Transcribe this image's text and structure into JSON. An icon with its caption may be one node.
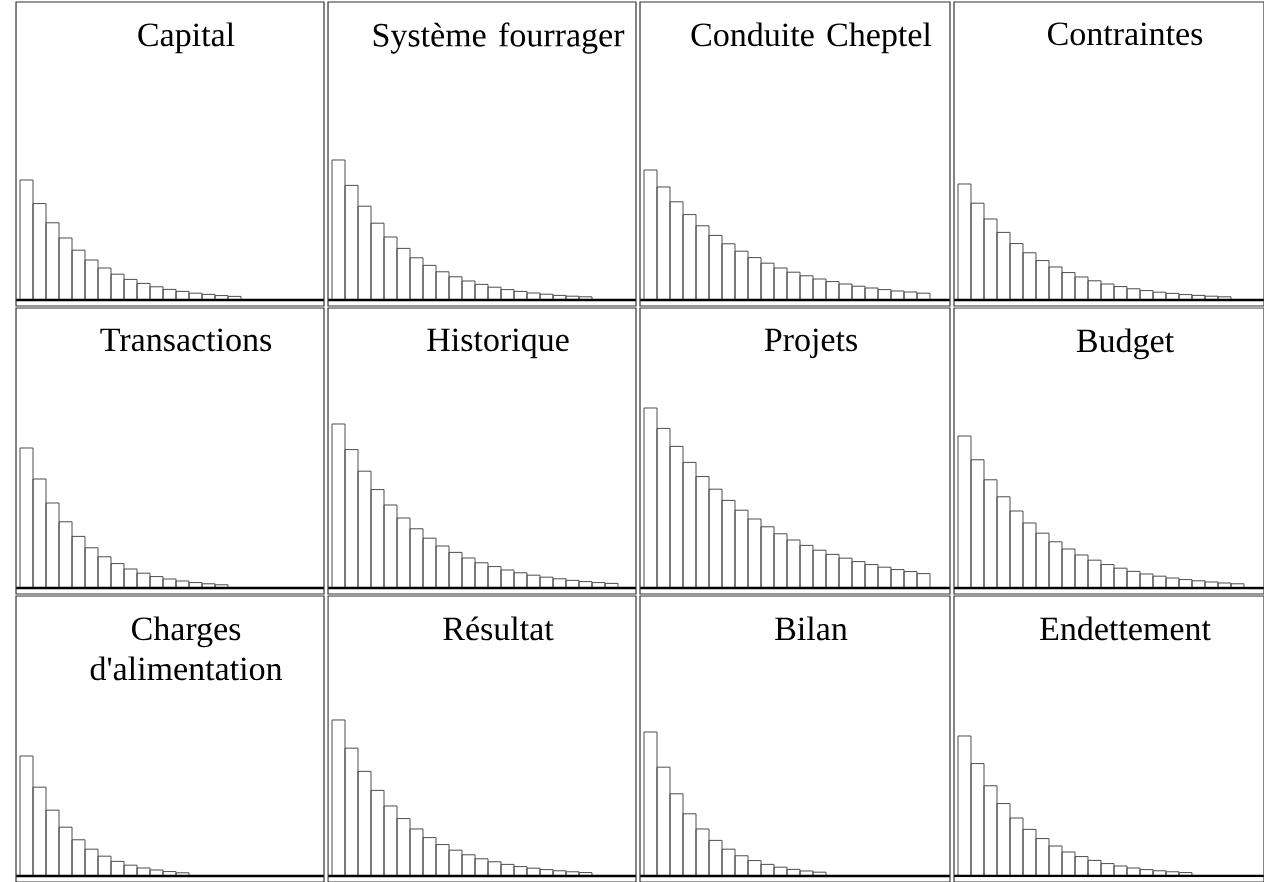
{
  "diagram": {
    "nodes": [
      {
        "text": [
          "Capital"
        ]
      },
      {
        "text": [
          "Système fourrager"
        ]
      },
      {
        "text": [
          "Conduite Cheptel"
        ]
      },
      {
        "text": [
          "Contraintes"
        ]
      },
      {
        "text": [
          "Transactions"
        ]
      },
      {
        "text": [
          "Historique"
        ]
      },
      {
        "text": [
          "Projets"
        ]
      },
      {
        "text": [
          "Budget"
        ]
      },
      {
        "text": [
          "Charges d'alimentation"
        ]
      },
      {
        "text": [
          "Résultat"
        ]
      },
      {
        "text": [
          "Bilan"
        ]
      },
      {
        "text": [
          "Endettement"
        ]
      }
    ]
  }
}
